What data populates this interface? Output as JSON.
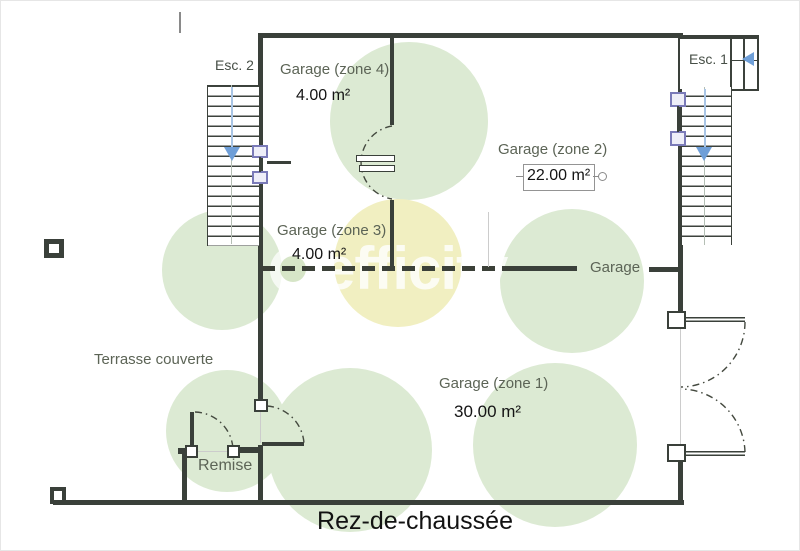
{
  "page": {
    "title": "Rez-de-chaussée"
  },
  "watermark": {
    "brand": "efficity"
  },
  "stairs": {
    "esc1": "Esc. 1",
    "esc2": "Esc. 2"
  },
  "rooms": {
    "zone4": {
      "label": "Garage (zone 4)",
      "area": "4.00 m²"
    },
    "zone2": {
      "label": "Garage (zone 2)",
      "area": "22.00 m²"
    },
    "zone3": {
      "label": "Garage (zone 3)",
      "area": "4.00 m²"
    },
    "zone1": {
      "label": "Garage (zone 1)",
      "area": "30.00 m²"
    },
    "garage": {
      "label": "Garage"
    },
    "terrasse": {
      "label": "Terrasse couverte"
    },
    "remise": {
      "label": "Remise"
    }
  },
  "colors": {
    "wall": "#3a403a",
    "zone_highlight_green": "#dcead3",
    "zone_highlight_yellow": "#f1efc1",
    "stair_arrow_blue": "#6f9fd8",
    "window_frame_purple": "#7a7ab8",
    "room_label": "#5c6456",
    "area_value": "#141414"
  }
}
